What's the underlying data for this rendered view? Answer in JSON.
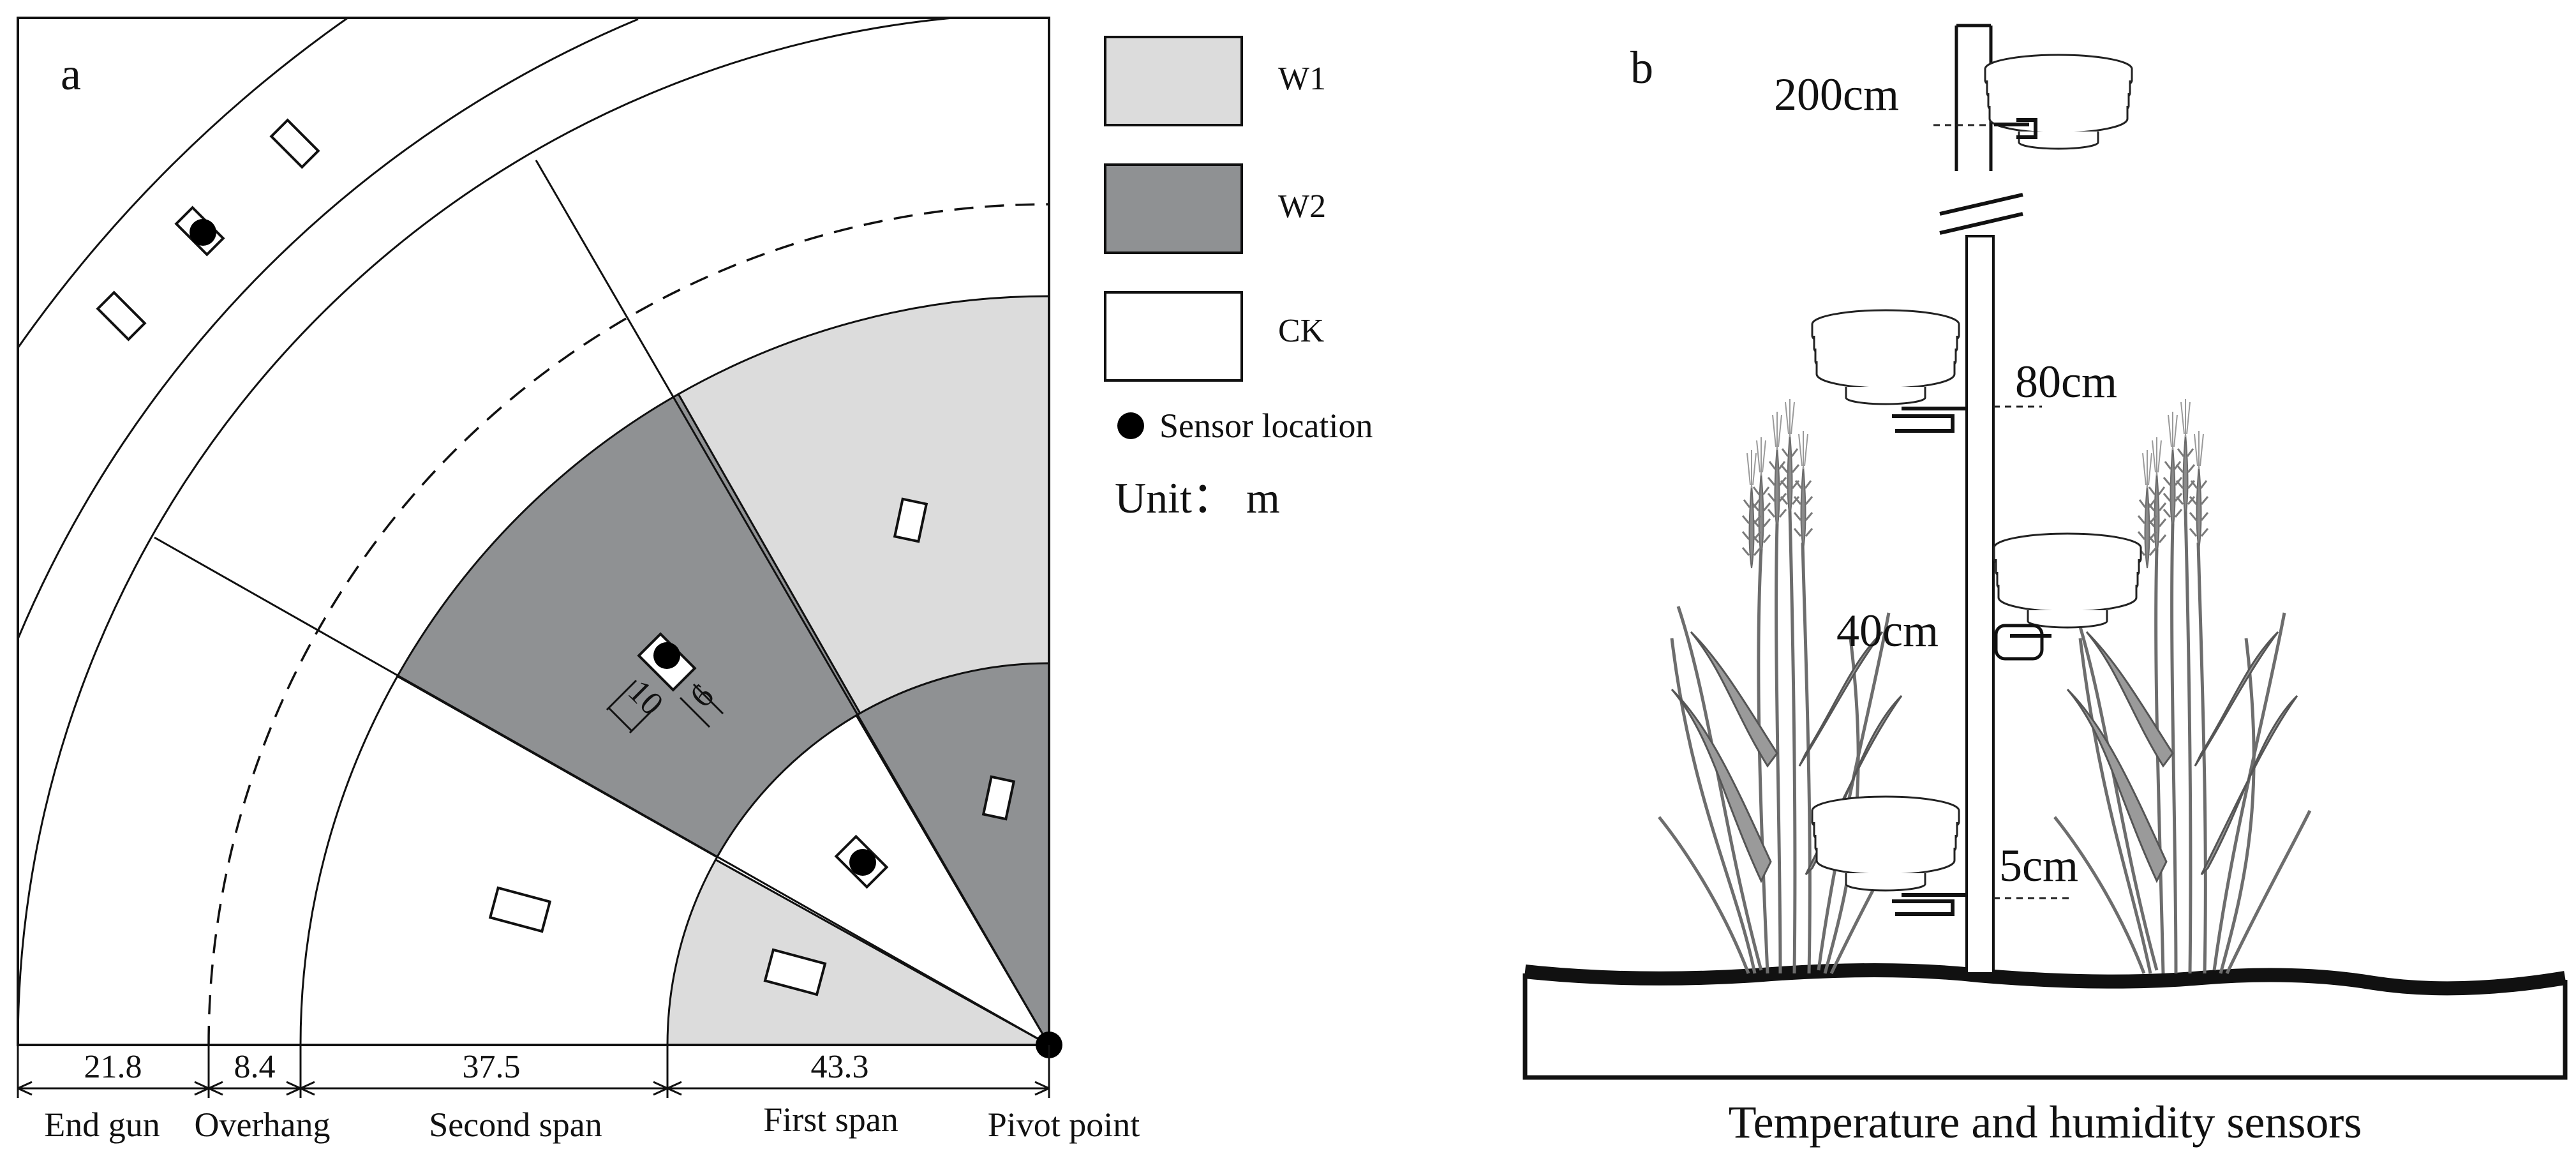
{
  "panel_a": {
    "letter": "a",
    "legend": {
      "w1": "W1",
      "w2": "W2",
      "ck": "CK",
      "sensor": "Sensor location",
      "unit": "Unit： m"
    },
    "plot_dims": {
      "length": "10",
      "width": "6"
    },
    "scale": {
      "values": [
        "21.8",
        "8.4",
        "37.5",
        "43.3"
      ],
      "labels": [
        "End gun",
        "Overhang",
        "Second span",
        "First span",
        "Pivot point"
      ]
    },
    "colors": {
      "w1": "#dcdcdc",
      "w2": "#8f9193",
      "ck": "#ffffff",
      "line": "#111111"
    }
  },
  "panel_b": {
    "letter": "b",
    "heights": [
      "200cm",
      "80cm",
      "40cm",
      "5cm"
    ],
    "caption": "Temperature and humidity sensors",
    "colors": {
      "stem": "#6d6d6d",
      "ear": "#8a8a8a",
      "soil": "#111111"
    }
  }
}
